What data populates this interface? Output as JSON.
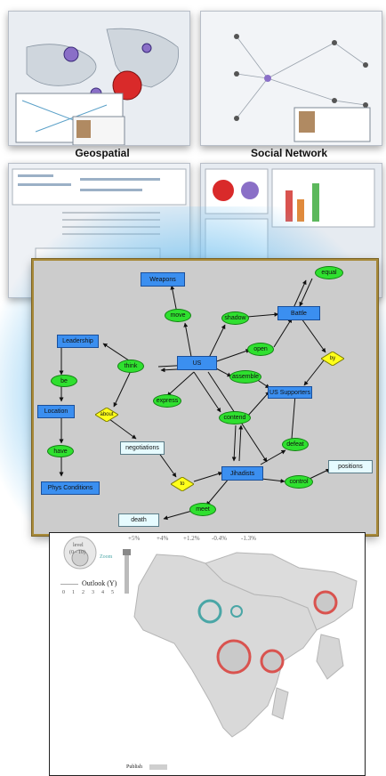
{
  "thumbnails": {
    "geospatial_caption": "Geospatial",
    "social_caption": "Social Network"
  },
  "graph": {
    "nodes": {
      "weapons": "Weapons",
      "equal": "equal",
      "move": "move",
      "shadow": "shadow",
      "battle": "Battle",
      "leadership": "Leadership",
      "think": "think",
      "us": "US",
      "open": "open",
      "by": "by",
      "be": "be",
      "assemble": "assemble",
      "us_supporters": "US Supporters",
      "location": "Location",
      "about": "about",
      "express": "express",
      "contend": "contend",
      "negotiations": "negotiations",
      "defeat": "defeat",
      "have": "have",
      "positions": "positions",
      "jihadists": "Jihadists",
      "control": "control",
      "phys_conditions": "Phys Conditions",
      "to": "to",
      "meet": "meet",
      "death": "death"
    },
    "colors": {
      "concept": "#3b8ff0",
      "relation": "#2fe02f",
      "preposition": "#ffff1a",
      "instance": "#e6fbff"
    }
  },
  "map": {
    "stats": [
      "+5%",
      "+4%",
      "+1.2%",
      "-0.4%",
      "-1.3%"
    ],
    "level_label": "level",
    "level_range": "(0 - 10)",
    "level_link": "Zoom",
    "outlook_label": "Outlook (Y)",
    "outlook_ticks": [
      "0",
      "1",
      "2",
      "3",
      "4",
      "5"
    ],
    "publish_label": "Publish",
    "hotspot_colors": {
      "critical": "#d9534f",
      "watch": "#4aa6a6",
      "neutral": "#9a9a9a"
    }
  }
}
